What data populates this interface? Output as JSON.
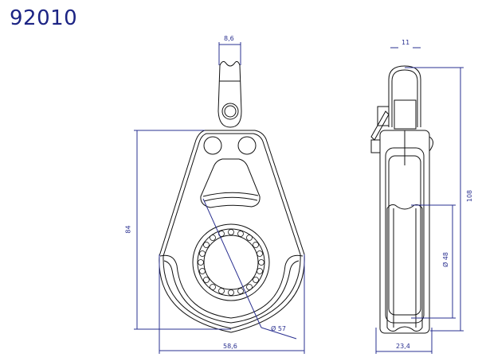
{
  "title": "92010",
  "colors": {
    "title": "#1c2484",
    "dimension": "#2a3090",
    "outline": "#111111"
  },
  "front_view": {
    "dimensions": {
      "shackle_width": "8,6",
      "height": "84",
      "width": "58,6",
      "sheave_diameter": "Ø 57"
    }
  },
  "side_view": {
    "dimensions": {
      "shackle_width": "11",
      "height": "108",
      "sheave_diameter": "Ø 48",
      "width": "23,4"
    }
  }
}
